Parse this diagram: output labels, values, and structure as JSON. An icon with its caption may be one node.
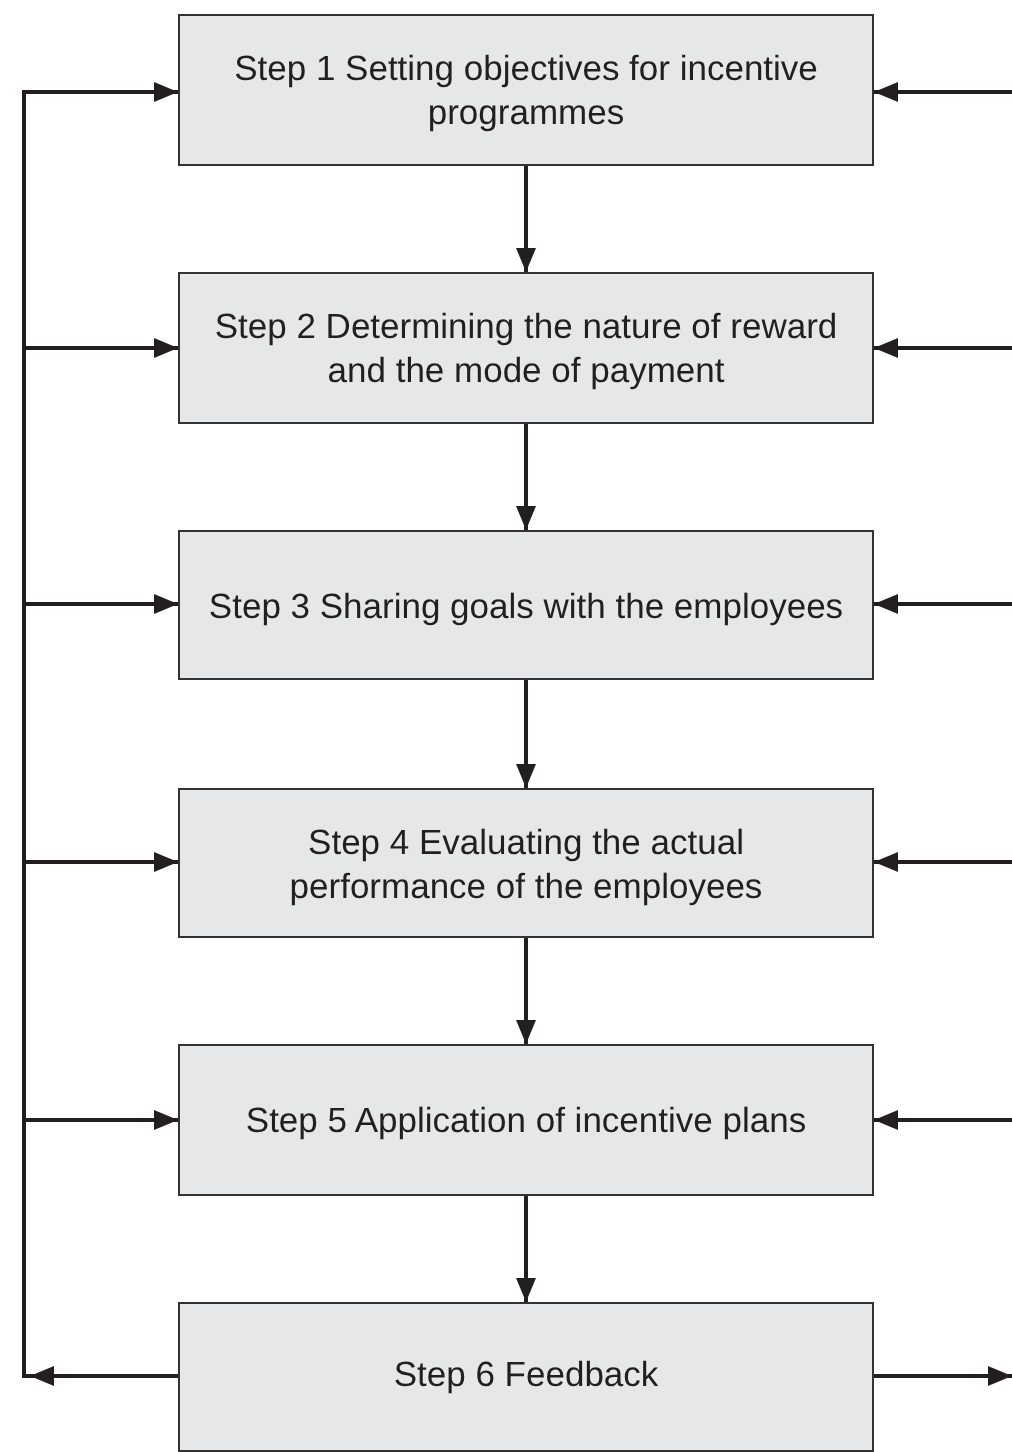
{
  "diagram": {
    "nodes": [
      {
        "text": [
          "Step 1 Setting objectives for incentive programmes"
        ]
      },
      {
        "text": [
          "Step 2 Determining the nature of reward and the mode of payment"
        ]
      },
      {
        "text": [
          "Step 3 Sharing goals with the employees"
        ]
      },
      {
        "text": [
          "Step 4 Evaluating the actual performance of the employees"
        ]
      },
      {
        "text": [
          "Step 5 Application of incentive plans"
        ]
      },
      {
        "text": [
          "Step 6 Feedback"
        ]
      }
    ],
    "edges": [
      {
        "from": 0,
        "to": 1,
        "arrow": "to"
      },
      {
        "from": 1,
        "to": 2,
        "arrow": "to"
      },
      {
        "from": 2,
        "to": 3,
        "arrow": "to"
      },
      {
        "from": 3,
        "to": 4,
        "arrow": "to"
      },
      {
        "from": 4,
        "to": 5,
        "arrow": "to"
      },
      {
        "from": 5,
        "to": 0,
        "arrow": "to"
      },
      {
        "from": 5,
        "to": 1,
        "arrow": "to"
      },
      {
        "from": 5,
        "to": 2,
        "arrow": "to"
      },
      {
        "from": 5,
        "to": 3,
        "arrow": "to"
      },
      {
        "from": 5,
        "to": 4,
        "arrow": "to"
      },
      {
        "from": null,
        "to": 0,
        "arrow": "to"
      },
      {
        "from": null,
        "to": 1,
        "arrow": "to"
      },
      {
        "from": null,
        "to": 2,
        "arrow": "to"
      },
      {
        "from": null,
        "to": 3,
        "arrow": "to"
      },
      {
        "from": null,
        "to": 4,
        "arrow": "to"
      },
      {
        "from": 5,
        "to": null,
        "arrow": "to"
      }
    ]
  }
}
